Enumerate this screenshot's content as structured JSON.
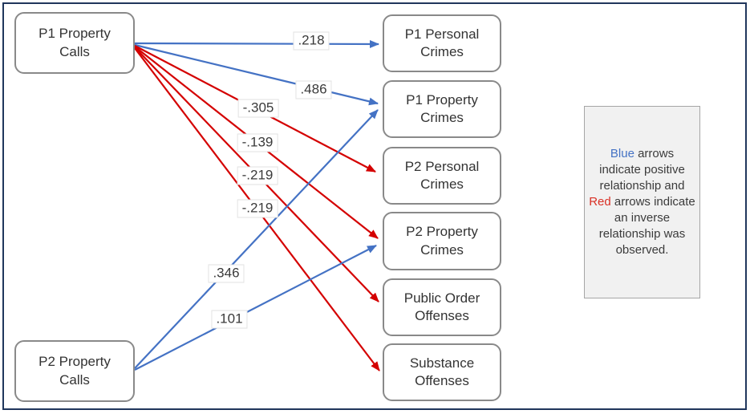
{
  "colors": {
    "positive": "#4472c4",
    "negative": "#d40000",
    "legend_blue": "#4472c4",
    "legend_red": "#d93025",
    "frame_border": "#20365c"
  },
  "nodes": {
    "sources": [
      {
        "label": "P1 Property Calls"
      },
      {
        "label": "P2 Property Calls"
      }
    ],
    "targets": [
      {
        "label": "P1 Personal Crimes"
      },
      {
        "label": "P1 Property Crimes"
      },
      {
        "label": "P2 Personal Crimes"
      },
      {
        "label": "P2 Property Crimes"
      },
      {
        "label": "Public Order Offenses"
      },
      {
        "label": "Substance Offenses"
      }
    ]
  },
  "edges": [
    {
      "from": "P1 Property Calls",
      "to": "P1 Personal Crimes",
      "value": ".218",
      "relationship": "positive"
    },
    {
      "from": "P1 Property Calls",
      "to": "P1 Property Crimes",
      "value": ".486",
      "relationship": "positive"
    },
    {
      "from": "P1 Property Calls",
      "to": "P2 Personal Crimes",
      "value": "-.305",
      "relationship": "inverse"
    },
    {
      "from": "P1 Property Calls",
      "to": "P2 Property Crimes",
      "value": "-.139",
      "relationship": "inverse"
    },
    {
      "from": "P1 Property Calls",
      "to": "Public Order Offenses",
      "value": "-.219",
      "relationship": "inverse"
    },
    {
      "from": "P1 Property Calls",
      "to": "Substance Offenses",
      "value": "-.219",
      "relationship": "inverse"
    },
    {
      "from": "P2 Property Calls",
      "to": "P1 Property Crimes",
      "value": ".346",
      "relationship": "positive"
    },
    {
      "from": "P2 Property Calls",
      "to": "P2 Property Crimes",
      "value": ".101",
      "relationship": "positive"
    }
  ],
  "legend": {
    "blue_word": "Blue",
    "text_after_blue": " arrows indicate positive relationship and ",
    "red_word": "Red",
    "text_after_red": " arrows indicate an inverse relationship was observed."
  }
}
